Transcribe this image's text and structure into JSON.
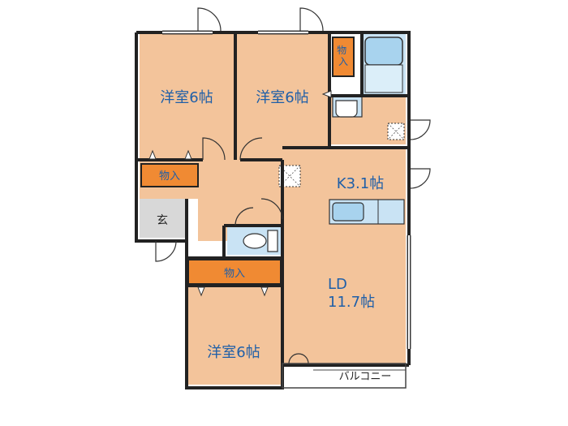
{
  "rooms": {
    "western_room_1": "洋室6帖",
    "western_room_2": "洋室6帖",
    "western_room_3": "洋室6帖",
    "kitchen": "K3.1帖",
    "living_dining": "LD",
    "living_dining_size": "11.7帖",
    "entrance": "玄",
    "balcony": "バルコニー"
  },
  "storage": {
    "closet_1": "物入",
    "closet_2": "物入",
    "closet_3": "物入"
  },
  "colors": {
    "room_fill": "#f3c49b",
    "closet_fill": "#f08a33",
    "wet_area_fill": "#c9e3f4",
    "entrance_fill": "#d8d8d8",
    "wall": "#222222",
    "label_text": "#1f5fa8"
  }
}
